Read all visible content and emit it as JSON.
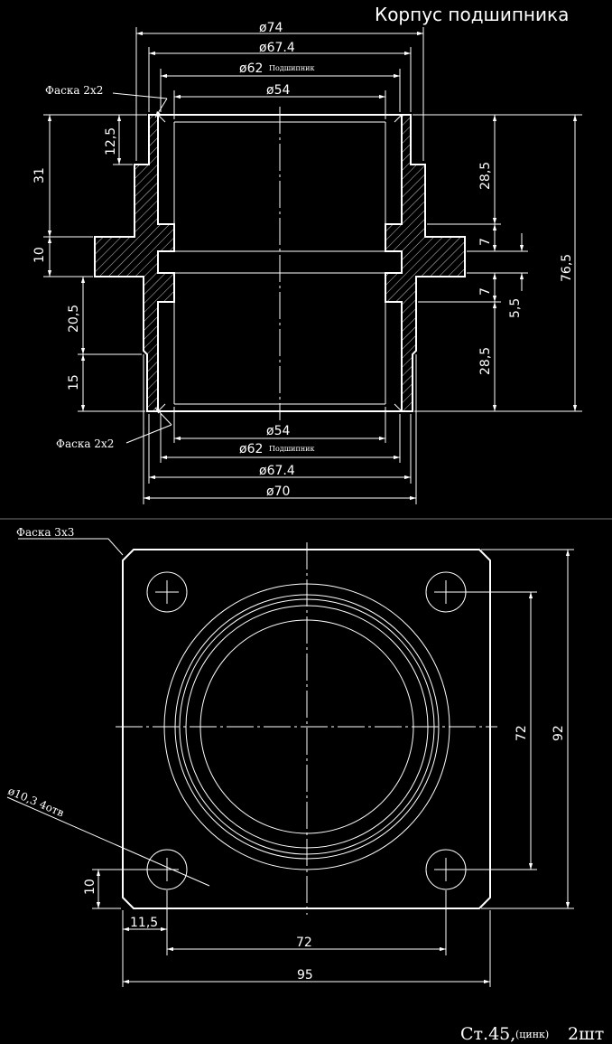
{
  "title": "Корпус подшипника",
  "section_dims": {
    "d74": "ø74",
    "d674_top": "ø67.4",
    "d62_top": "ø62",
    "podshipnik_top": "Подшипник",
    "d54_top": "ø54",
    "d54_bot": "ø54",
    "d62_bot": "ø62",
    "podshipnik_bot": "Подшипник",
    "d674_bot": "ø67.4",
    "d70": "ø70",
    "v125": "12,5",
    "v31": "31",
    "v10": "10",
    "v205": "20,5",
    "v15": "15",
    "r285_top": "28,5",
    "r7_a": "7",
    "r7_b": "7",
    "r55": "5,5",
    "r285_bot": "28,5",
    "r765": "76,5",
    "chamfer_top": "Фаска 2х2",
    "chamfer_bot": "Фаска 2х2"
  },
  "plan_dims": {
    "chamfer": "Фаска 3х3",
    "hole_note": "ø10,3  4отв",
    "v72": "72",
    "v92": "92",
    "v10": "10",
    "h115": "11,5",
    "h72": "72",
    "h95": "95"
  },
  "stamp": {
    "material": "Ст.45,",
    "coating": "(цинк)",
    "qty": "2шт"
  }
}
